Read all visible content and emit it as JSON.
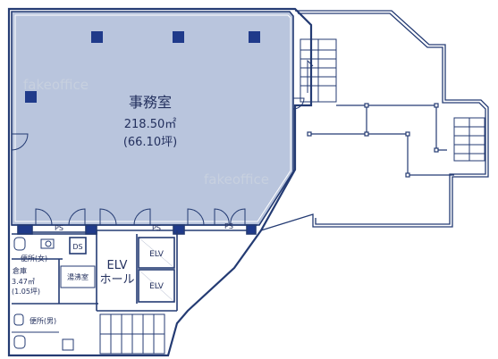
{
  "plan": {
    "office": {
      "title": "事務室",
      "area_sqm": "218.50㎡",
      "area_tsubo": "(66.10坪)"
    },
    "rooms": {
      "ps_labels": [
        "PS",
        "PS",
        "PS",
        "PS"
      ],
      "ds": "DS",
      "elv_hall_line1": "ELV",
      "elv_hall_line2": "ホール",
      "elevators": [
        "ELV",
        "ELV"
      ],
      "kitchenette": "湯沸室",
      "womens_toilet": "便所(女)",
      "mens_toilet": "便所(男)",
      "storage_name": "倉庫",
      "storage_sqm": "3.47㎡",
      "storage_tsubo": "(1.05坪)"
    },
    "watermarks": [
      "fakeoffice",
      "fakeoffice"
    ]
  },
  "colors": {
    "office_fill": "#b9c5dd",
    "line": "#243b73",
    "column": "#1f3a8a",
    "text": "#23305e"
  }
}
